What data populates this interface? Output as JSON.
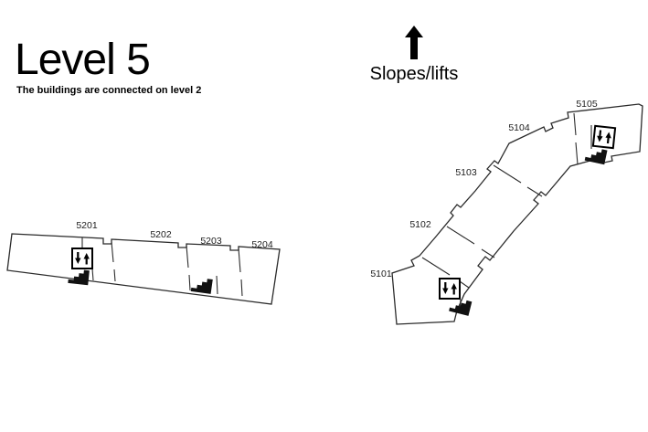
{
  "title": "Level 5",
  "subtitle": "The buildings are connected on level 2",
  "legend": {
    "label": "Slopes/lifts"
  },
  "left_building": {
    "rooms": [
      "5201",
      "5202",
      "5203",
      "5204"
    ]
  },
  "right_building": {
    "rooms": [
      "5101",
      "5102",
      "5103",
      "5104",
      "5105"
    ]
  },
  "icons": {
    "up_arrow": "↑",
    "lift_down_arrow": "↓",
    "lift_up_arrow": "↑"
  },
  "colors": {
    "line": "#2b2b2b",
    "icon": "#000000",
    "background": "#ffffff"
  }
}
